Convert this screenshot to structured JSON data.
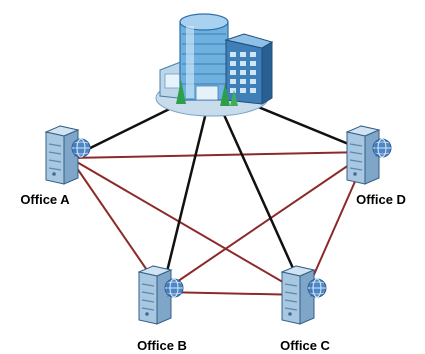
{
  "colors": {
    "hub_link": "#111111",
    "mesh_link": "#8c2a2a",
    "server_body": "#a8c7e0",
    "server_dark": "#5a87ad",
    "globe": "#4f86c6",
    "building_glass": "#6fb1de",
    "building_dark": "#2f6fa8",
    "tree": "#2f9e4a"
  },
  "headquarters": {
    "icon": "headquarters-building-icon"
  },
  "offices": [
    {
      "id": "A",
      "label": "Office A",
      "icon": "server-globe-icon"
    },
    {
      "id": "B",
      "label": "Office B",
      "icon": "server-globe-icon"
    },
    {
      "id": "C",
      "label": "Office C",
      "icon": "server-globe-icon"
    },
    {
      "id": "D",
      "label": "Office D",
      "icon": "server-globe-icon"
    }
  ],
  "hub_links": [
    {
      "from": "HQ",
      "to": "A"
    },
    {
      "from": "HQ",
      "to": "B"
    },
    {
      "from": "HQ",
      "to": "C"
    },
    {
      "from": "HQ",
      "to": "D"
    }
  ],
  "mesh_links": [
    {
      "from": "A",
      "to": "B"
    },
    {
      "from": "A",
      "to": "C"
    },
    {
      "from": "A",
      "to": "D"
    },
    {
      "from": "B",
      "to": "C"
    },
    {
      "from": "B",
      "to": "D"
    },
    {
      "from": "C",
      "to": "D"
    }
  ]
}
